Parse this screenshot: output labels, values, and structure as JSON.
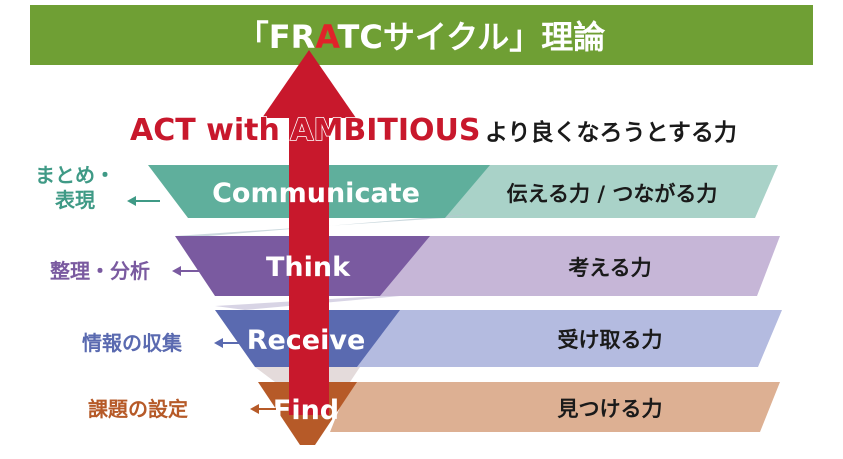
{
  "title": {
    "prefix": "「FR",
    "accent": "A",
    "suffix": "TCサイクル」理論"
  },
  "act": {
    "label": "ACT with AMBITIOUS",
    "description": "より良くなろうとする力"
  },
  "layers": [
    {
      "key": "communicate",
      "label": "Communicate",
      "ability": "伝える力 / つながる力",
      "side_label": [
        "まとめ・",
        "表現"
      ]
    },
    {
      "key": "think",
      "label": "Think",
      "ability": "考える力",
      "side_label": [
        "整理・分析"
      ]
    },
    {
      "key": "receive",
      "label": "Receive",
      "ability": "受け取る力",
      "side_label": [
        "情報の収集"
      ]
    },
    {
      "key": "find",
      "label": "Find",
      "ability": "見つける力",
      "side_label": [
        "課題の設定"
      ]
    }
  ],
  "colors": {
    "title_bar": "#6f9f34",
    "title_text": "#ffffff",
    "title_accent": "#e0232a",
    "arrow": "#c8182c",
    "act_label": "#c8182c",
    "act_description": "#1a1a1a",
    "communicate_dark": "#5faf9c",
    "communicate_light": "#a9d2c8",
    "communicate_side": "#3f9a86",
    "think_dark": "#7a5aa0",
    "think_light": "#c6b6d7",
    "think_side": "#7a5aa0",
    "receive_dark": "#5a6ab0",
    "receive_light": "#b4bbe0",
    "receive_side": "#5a6ab0",
    "find_dark": "#b65a28",
    "find_light": "#ddb093",
    "find_side": "#b65a28",
    "ability_text": "#1a1a1a",
    "layer_text": "#ffffff"
  }
}
